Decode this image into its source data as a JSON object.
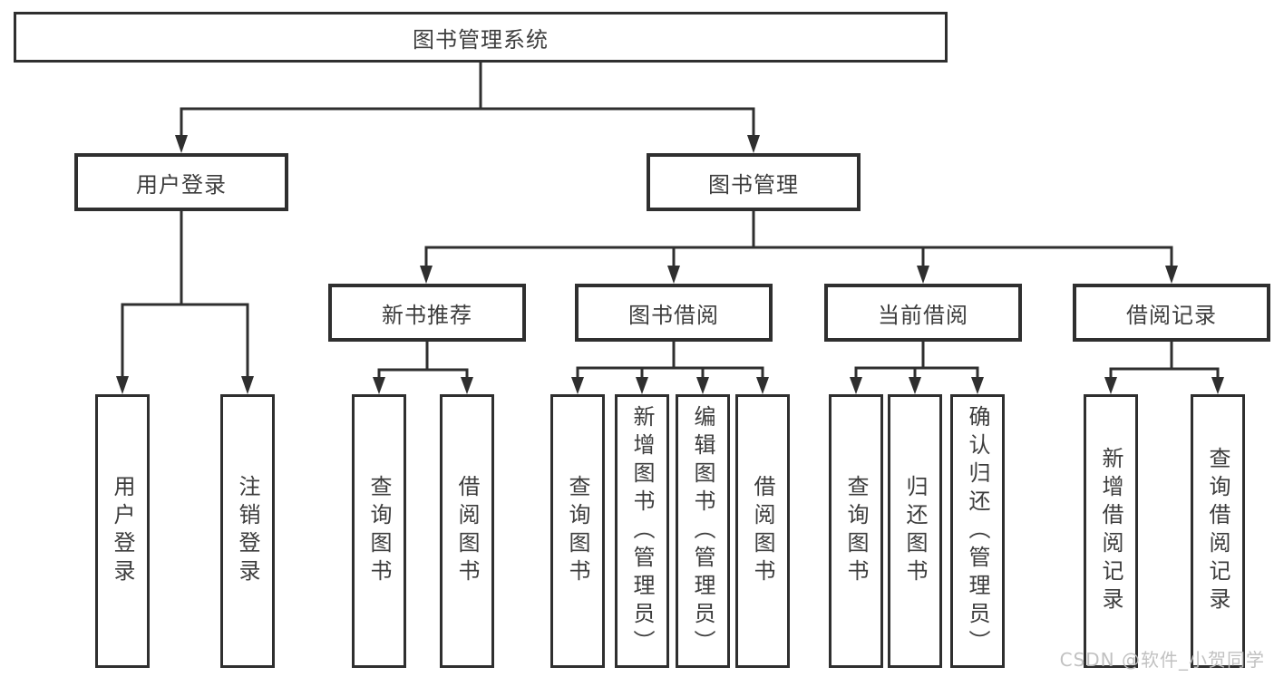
{
  "tree": {
    "root": {
      "label": "图书管理系统"
    },
    "children": [
      {
        "label": "用户登录",
        "children": [
          {
            "label": "用户登录"
          },
          {
            "label": "注销登录"
          }
        ]
      },
      {
        "label": "图书管理",
        "children": [
          {
            "label": "新书推荐",
            "children": [
              {
                "label": "查询图书"
              },
              {
                "label": "借阅图书"
              }
            ]
          },
          {
            "label": "图书借阅",
            "children": [
              {
                "label": "查询图书"
              },
              {
                "label": "新增图书（管理员）"
              },
              {
                "label": "编辑图书（管理员）"
              },
              {
                "label": "借阅图书"
              }
            ]
          },
          {
            "label": "当前借阅",
            "children": [
              {
                "label": "查询图书"
              },
              {
                "label": "归还图书"
              },
              {
                "label": "确认归还（管理员）"
              }
            ]
          },
          {
            "label": "借阅记录",
            "children": [
              {
                "label": "新增借阅记录"
              },
              {
                "label": "查询借阅记录"
              }
            ]
          }
        ]
      }
    ]
  },
  "watermark": "CSDN @软件_小贺同学",
  "colors": {
    "line": "#2f2f2f",
    "box_border": "#2f2f2f",
    "text": "#3d3d3d",
    "watermark": "#bebebe",
    "background": "#ffffff"
  }
}
